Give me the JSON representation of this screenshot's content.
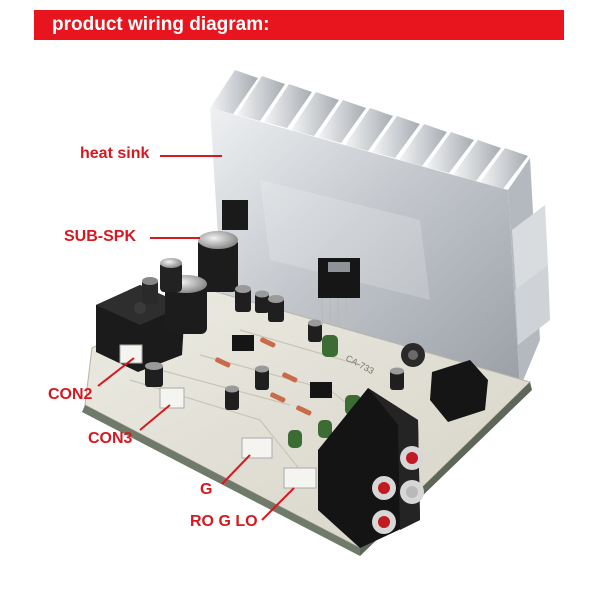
{
  "header": {
    "title": "product wiring diagram:"
  },
  "labels": {
    "heat_sink": "heat sink",
    "sub_spk": "SUB-SPK",
    "con2": "CON2",
    "con3": "CON3",
    "g": "G",
    "ro_g_lo": "RO G LO"
  },
  "board_marking": "CA-733",
  "colors": {
    "accent_red": "#e8141e",
    "label_red": "#d8181f",
    "pcb": "#e6e2d6",
    "heatsink": "#c9cdd2"
  }
}
